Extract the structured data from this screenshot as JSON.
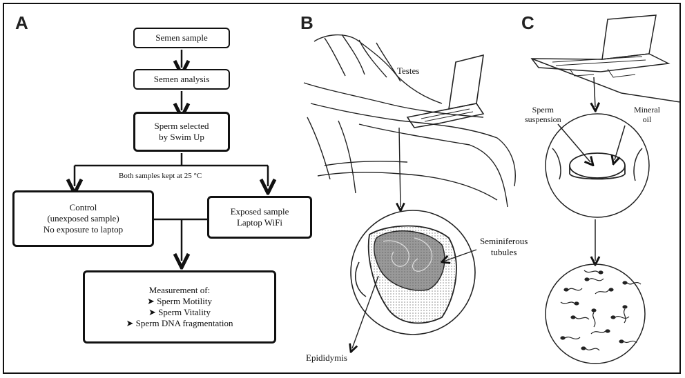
{
  "panels": {
    "a": "A",
    "b": "B",
    "c": "C"
  },
  "flowchart": {
    "semen_sample": "Semen sample",
    "semen_analysis": "Semen analysis",
    "selected_line1": "Sperm selected",
    "selected_line2": "by Swim Up",
    "kept_note": "Both samples kept at 25 °C",
    "control_line1": "Control",
    "control_line2": "(unexposed sample)",
    "control_line3": "No exposure to laptop",
    "exposed_line1": "Exposed sample",
    "exposed_line2": "Laptop WiFi",
    "measurement_title": "Measurement of:",
    "measurements": [
      "➤ Sperm Motility",
      "➤ Sperm Vitality",
      "➤ Sperm DNA fragmentation"
    ]
  },
  "panel_b": {
    "testes": "Testes",
    "seminiferous_line1": "Seminiferous",
    "seminiferous_line2": "tubules",
    "epididymis": "Epididymis"
  },
  "panel_c": {
    "sperm_line1": "Sperm",
    "sperm_line2": "suspension",
    "mineral_line1": "Mineral",
    "mineral_line2": "oil"
  }
}
